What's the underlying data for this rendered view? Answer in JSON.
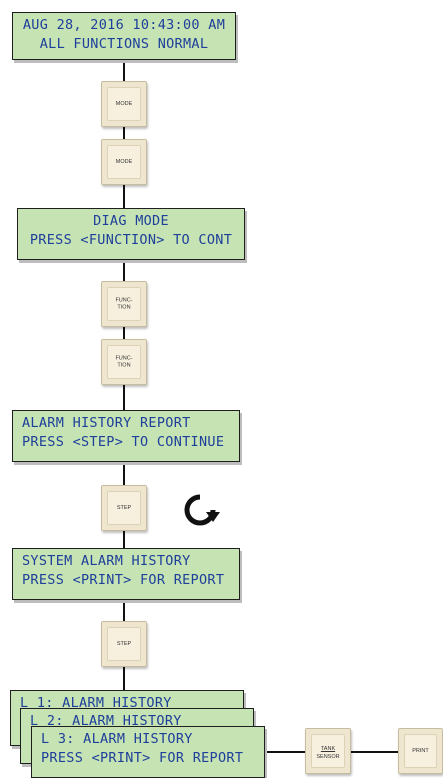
{
  "screens": {
    "status": {
      "line1": "AUG 28, 2016 10:43:00 AM",
      "line2": "ALL FUNCTIONS NORMAL"
    },
    "diag": {
      "line1": "DIAG MODE",
      "line2": "PRESS <FUNCTION> TO CONT"
    },
    "alarm_report": {
      "line1": "ALARM HISTORY REPORT",
      "line2": "PRESS <STEP> TO CONTINUE"
    },
    "system_alarm": {
      "line1": "SYSTEM ALARM HISTORY",
      "line2": "PRESS <PRINT> FOR REPORT"
    },
    "stack": [
      {
        "line1": "L 1: ALARM  HISTORY",
        "line2": ""
      },
      {
        "line1": "L 2: ALARM  HISTORY",
        "line2": ""
      },
      {
        "line1": "L 3: ALARM HISTORY",
        "line2": "PRESS <PRINT> FOR REPORT"
      }
    ]
  },
  "keys": {
    "mode": "MODE",
    "function": "FUNC-\nTION",
    "step": "STEP",
    "tank_top": "TANK",
    "tank_bottom": "SENSOR",
    "print": "PRINT"
  },
  "icons": {
    "repeat": "refresh-icon"
  },
  "colors": {
    "lcd_background": "#c6e3b4",
    "lcd_text": "#1e3f9a",
    "key_face": "#efe6cf"
  }
}
